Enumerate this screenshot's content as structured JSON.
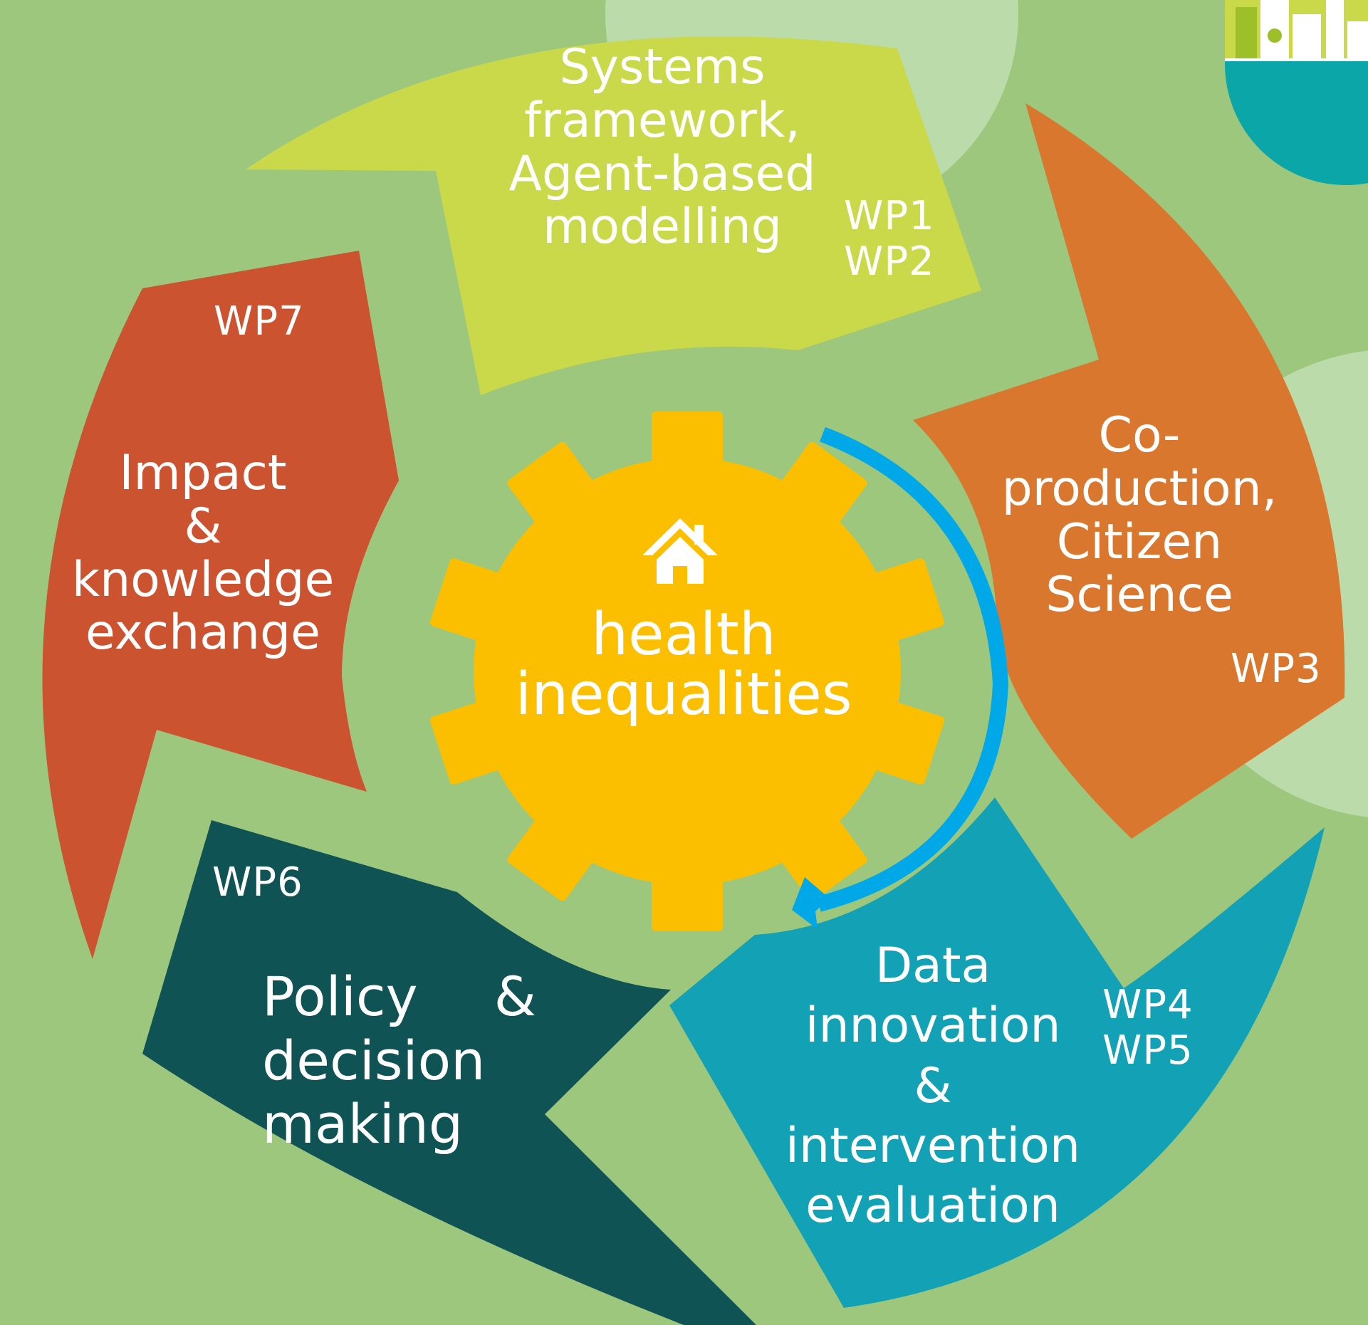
{
  "center": {
    "icon": "house-icon",
    "line1": "health",
    "line2": "inequalities",
    "colors": {
      "gear": "#fbbf00",
      "cycle_arrow": "#00a8e8"
    }
  },
  "segments": [
    {
      "id": "systems",
      "lines": [
        "Systems",
        "framework,",
        "Agent-based",
        "modelling"
      ],
      "wp": [
        "WP1",
        "WP2"
      ],
      "color": "#c9d94a"
    },
    {
      "id": "coproduction",
      "lines": [
        "Co-",
        "production,",
        "Citizen",
        "Science"
      ],
      "wp": [
        "WP3"
      ],
      "color": "#d9772e"
    },
    {
      "id": "data",
      "lines": [
        "Data",
        "innovation",
        "&",
        "intervention",
        "evaluation"
      ],
      "wp": [
        "WP4",
        "WP5"
      ],
      "color": "#12a1b5"
    },
    {
      "id": "policy",
      "lines": [
        "Policy",
        "&",
        "decision",
        "making"
      ],
      "wp": [
        "WP6"
      ],
      "color": "#0f5355"
    },
    {
      "id": "impact",
      "lines": [
        "Impact",
        "&",
        "knowledge",
        "exchange"
      ],
      "wp": [
        "WP7"
      ],
      "color": "#cc5330"
    }
  ],
  "background": {
    "color": "#9dc77d",
    "circle_color": "#bcdbab"
  },
  "logo": {
    "icon": "city-skyline-logo-icon"
  }
}
